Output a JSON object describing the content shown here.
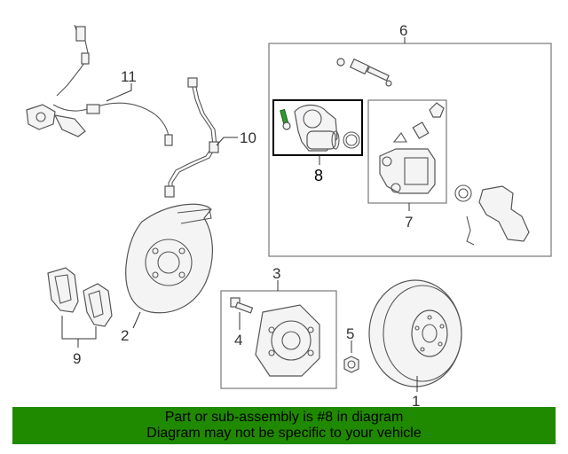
{
  "diagram": {
    "callouts": {
      "c1": "1",
      "c2": "2",
      "c3": "3",
      "c4": "4",
      "c5": "5",
      "c6": "6",
      "c7": "7",
      "c8": "8",
      "c9": "9",
      "c10": "10",
      "c11": "11"
    }
  },
  "footer": {
    "line1": "Part or sub-assembly is #8 in diagram",
    "line2": "Diagram may not be specific to your vehicle",
    "bg_color": "#1f8a00"
  },
  "colors": {
    "highlight_bolt": "#2e9a2e",
    "line": "#555555"
  }
}
